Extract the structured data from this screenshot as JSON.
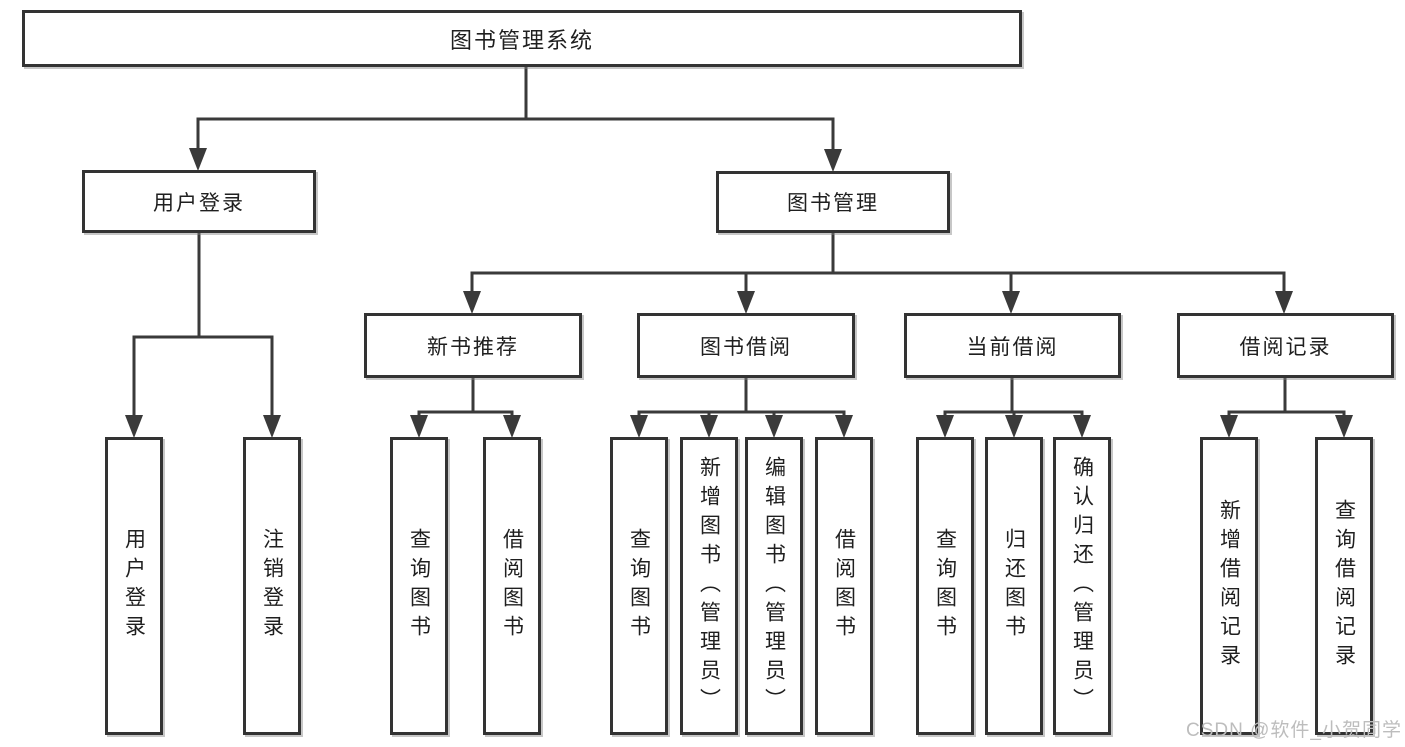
{
  "diagram": {
    "watermark": "CSDN @软件_小贺同学",
    "colors": {
      "line": "#3a3a3a",
      "box_border": "#333333",
      "text": "#1f1f1f",
      "watermark": "#bdbdbd",
      "background": "#ffffff"
    },
    "tree": {
      "label": "图书管理系统",
      "children": [
        {
          "label": "用户登录",
          "children": [
            {
              "label": "用户登录"
            },
            {
              "label": "注销登录"
            }
          ]
        },
        {
          "label": "图书管理",
          "children": [
            {
              "label": "新书推荐",
              "children": [
                {
                  "label": "查询图书"
                },
                {
                  "label": "借阅图书"
                }
              ]
            },
            {
              "label": "图书借阅",
              "children": [
                {
                  "label": "查询图书"
                },
                {
                  "label": "新增图书（管理员）"
                },
                {
                  "label": "编辑图书（管理员）"
                },
                {
                  "label": "借阅图书"
                }
              ]
            },
            {
              "label": "当前借阅",
              "children": [
                {
                  "label": "查询图书"
                },
                {
                  "label": "归还图书"
                },
                {
                  "label": "确认归还（管理员）"
                }
              ]
            },
            {
              "label": "借阅记录",
              "children": [
                {
                  "label": "新增借阅记录"
                },
                {
                  "label": "查询借阅记录"
                }
              ]
            }
          ]
        }
      ]
    }
  }
}
